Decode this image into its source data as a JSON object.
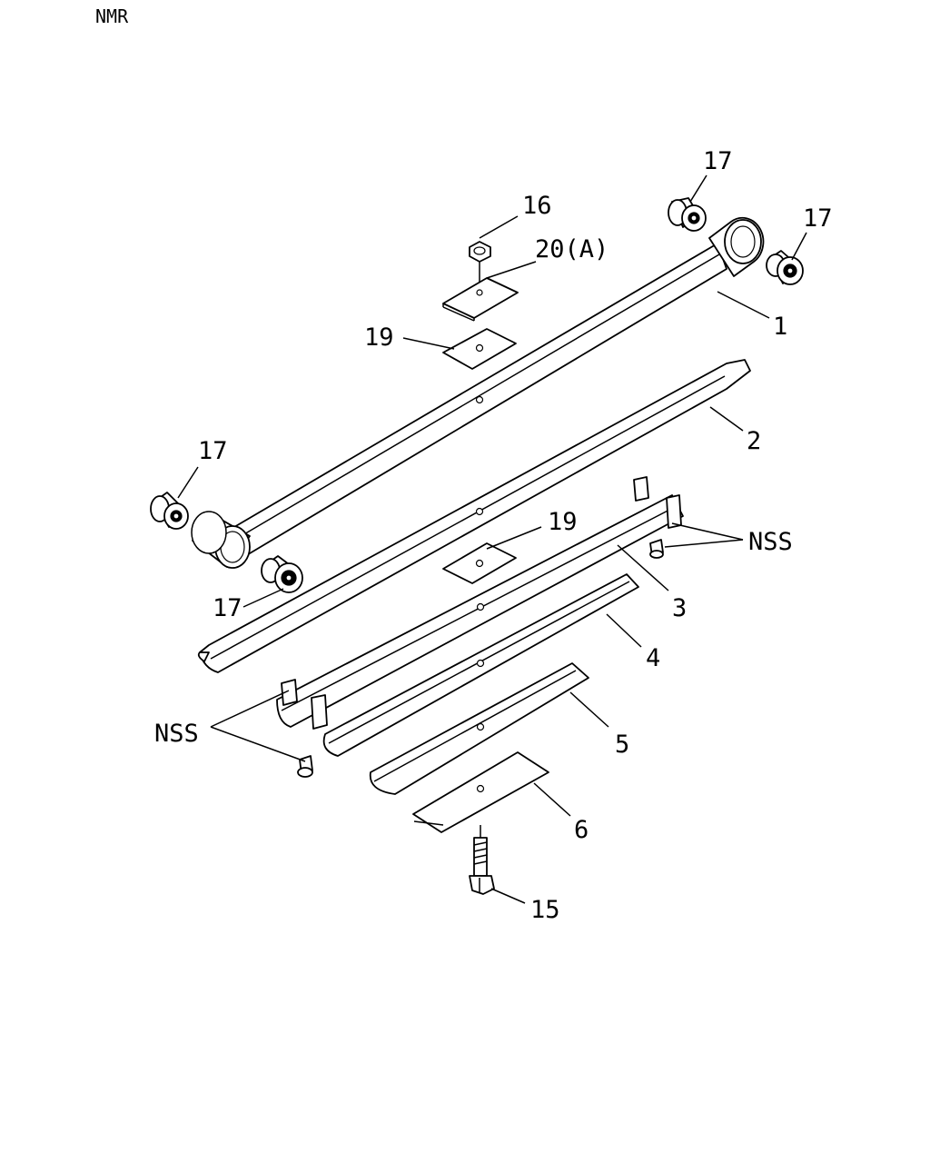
{
  "model_code": "NMR",
  "callouts": {
    "c1": "1",
    "c2": "2",
    "c3": "3",
    "c4": "4",
    "c5": "5",
    "c6": "6",
    "c15": "15",
    "c16": "16",
    "c17_top": "17",
    "c17_right": "17",
    "c17_left": "17",
    "c17_bottom": "17",
    "c19_top": "19",
    "c19_mid": "19",
    "c20": "20(A)",
    "nss_right": "NSS",
    "nss_left": "NSS"
  }
}
